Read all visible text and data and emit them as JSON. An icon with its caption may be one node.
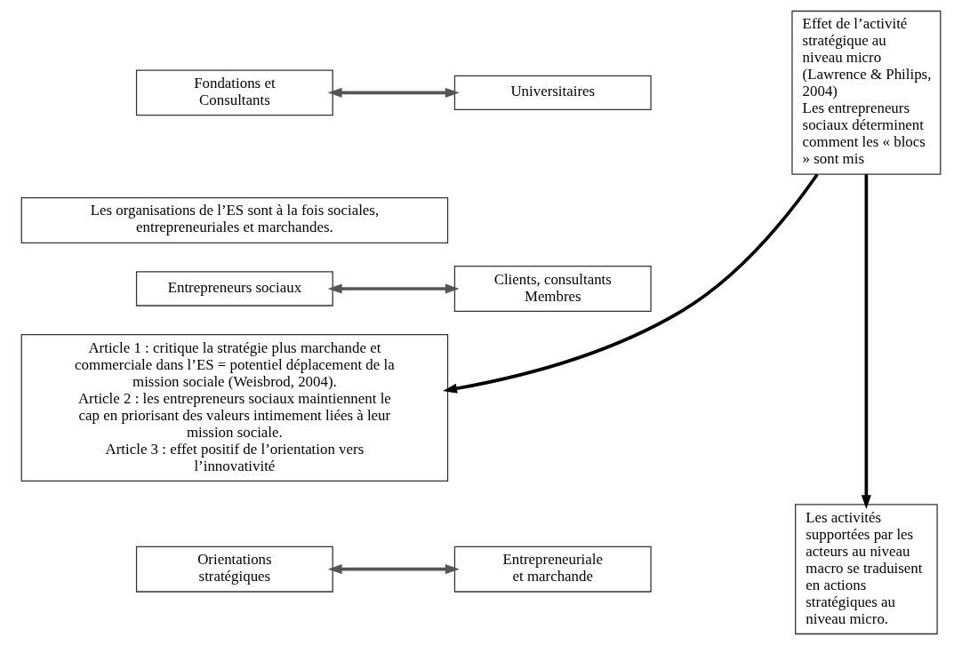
{
  "diagram": {
    "nodes": [
      {
        "text": [
          "Fondations et Consultants"
        ]
      },
      {
        "text": [
          "Universitaires"
        ]
      },
      {
        "text": [
          "Effet de l’activité stratégique au niveau micro (Lawrence & Philips, 2004)",
          "Les entrepreneurs sociaux déterminent comment les « blocs » sont mis"
        ]
      },
      {
        "text": [
          "Les organisations de l’ES sont à la fois sociales, entrepreneuriales et marchandes."
        ]
      },
      {
        "text": [
          "Entrepreneurs sociaux"
        ]
      },
      {
        "text": [
          "Clients, consultants Membres"
        ]
      },
      {
        "text": [
          "Article 1 : critique la stratégie plus marchande et commerciale dans l’ES = potentiel déplacement de la mission sociale (Weisbrod, 2004).",
          "Article 2 : les entrepreneurs sociaux maintiennent le cap en priorisant des valeurs intimement liées à leur mission sociale.",
          "Article 3 : effet positif de l’orientation vers l’innovativité"
        ]
      },
      {
        "text": [
          "Les activités supportées par les acteurs au niveau macro se traduisent en actions stratégiques au niveau micro."
        ]
      },
      {
        "text": [
          "Orientations stratégiques"
        ]
      },
      {
        "text": [
          "Entrepreneuriale et marchande"
        ]
      }
    ],
    "edges": [
      {
        "from": 0,
        "to": 1,
        "arrow": "both"
      },
      {
        "from": 4,
        "to": 5,
        "arrow": "both"
      },
      {
        "from": 8,
        "to": 9,
        "arrow": "both"
      },
      {
        "from": 2,
        "to": 6,
        "arrow": "to",
        "color": "#000000"
      },
      {
        "from": 2,
        "to": 7,
        "arrow": "to",
        "color": "#000000"
      }
    ]
  }
}
